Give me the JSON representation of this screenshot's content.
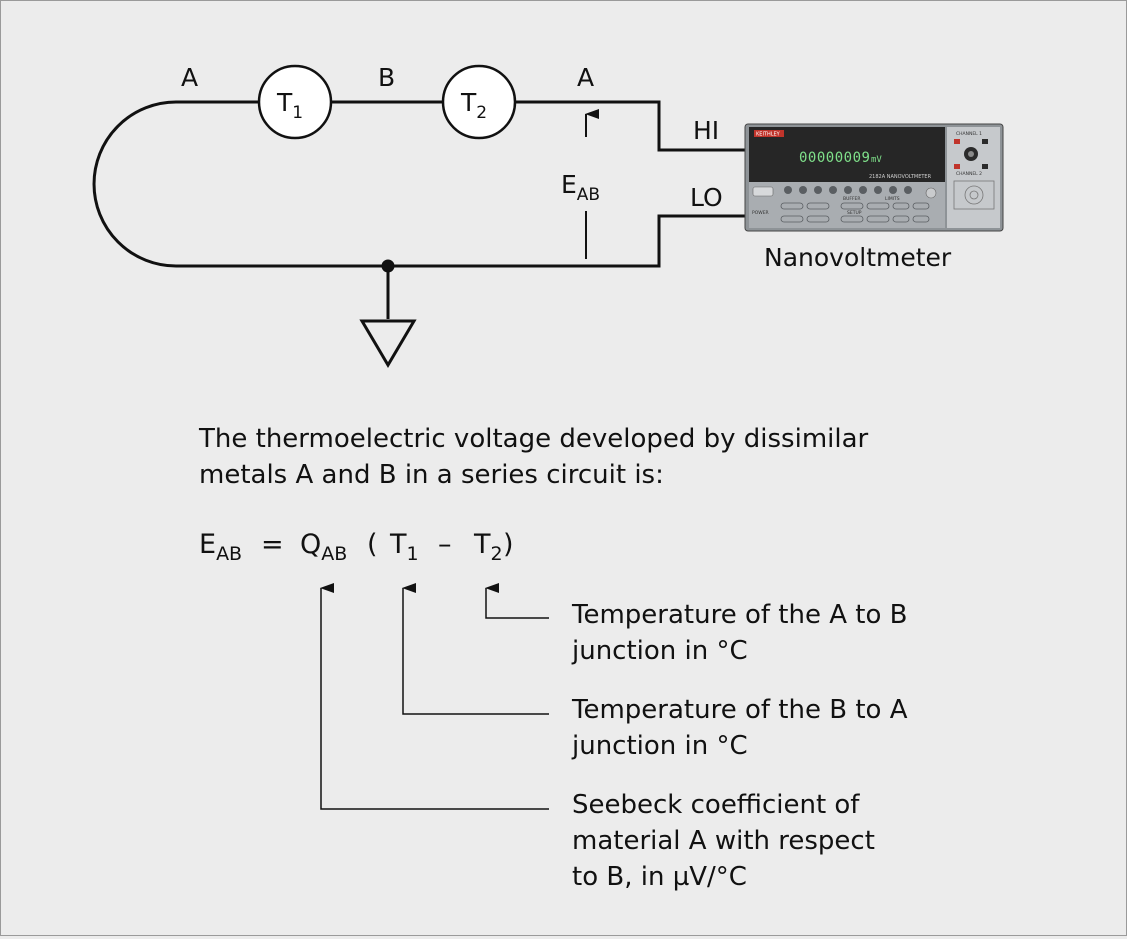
{
  "colors": {
    "background": "#ececec",
    "line": "#111111",
    "meter_body": "#9da2a6",
    "meter_panel": "#2a2a2a",
    "meter_display": "#7fe08a",
    "meter_brand": "#c0342b"
  },
  "circuit": {
    "wire_labels": [
      "A",
      "B",
      "A"
    ],
    "junction_1": {
      "letter": "T",
      "sub": "1"
    },
    "junction_2": {
      "letter": "T",
      "sub": "2"
    },
    "emf": {
      "main": "E",
      "sub": "AB"
    },
    "hi_label": "HI",
    "lo_label": "LO",
    "instrument_caption": "Nanovoltmeter",
    "instrument": {
      "brand": "KEITHLEY",
      "display": "00000009",
      "display_unit": "mV",
      "model": "2182A  NANOVOLTMETER",
      "channel_1": "CHANNEL 1",
      "channel_2": "CHANNEL 2",
      "power": "POWER",
      "buffer": "BUFFER",
      "limits": "LIMITS",
      "setup": "SETUP"
    }
  },
  "description": {
    "line1": "The thermoelectric voltage developed by dissimilar",
    "line2": "metals A and B in a series circuit is:"
  },
  "equation": {
    "lhs": {
      "main": "E",
      "sub": "AB"
    },
    "equals": "=",
    "coef": {
      "main": "Q",
      "sub": "AB"
    },
    "open_paren": "(",
    "t1": {
      "main": "T",
      "sub": "1"
    },
    "minus": "–",
    "t2": {
      "main": "T",
      "sub": "2"
    },
    "close_paren": ")"
  },
  "annotations": {
    "t2_note": [
      "Temperature of the A to B",
      "junction in °C"
    ],
    "t1_note": [
      "Temperature of the B to A",
      "junction in °C"
    ],
    "q_note": [
      "Seebeck coefficient of",
      "material A with respect",
      "to B, in µV/°C"
    ]
  }
}
